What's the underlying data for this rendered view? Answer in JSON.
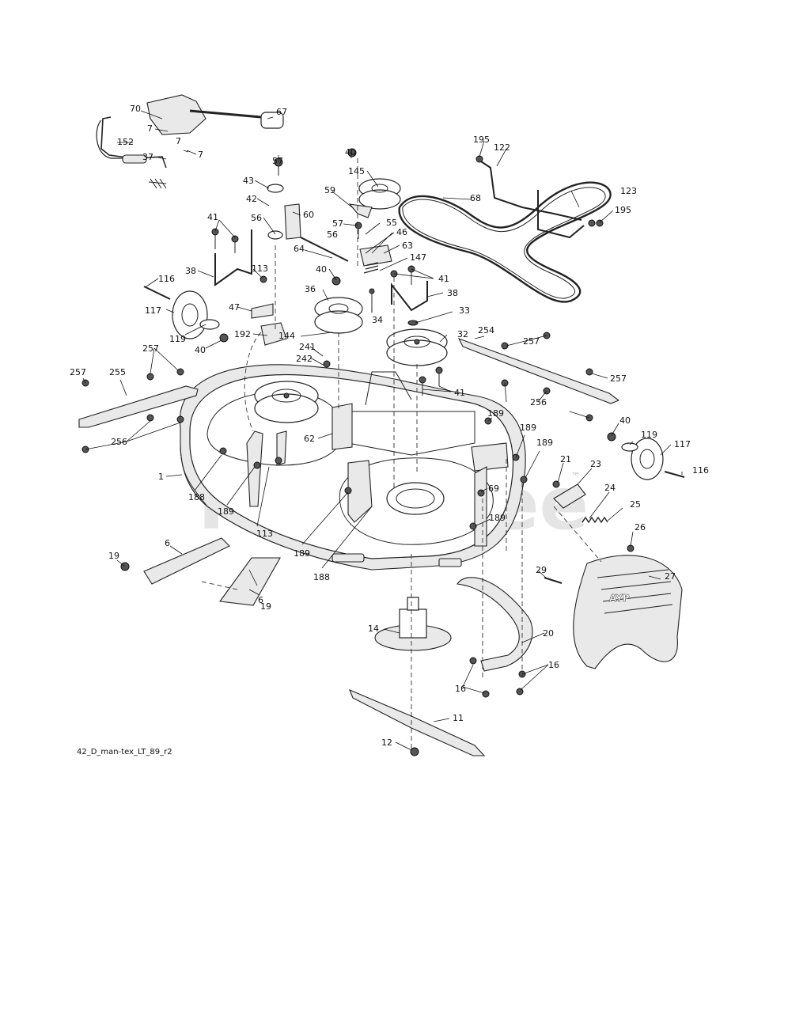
{
  "diagram": {
    "caption": "42_D_man-tex_LT_89_r2",
    "watermark": "PartsTree",
    "watermark_tm": "™",
    "deck_logo": "AYP",
    "callouts": [
      "70",
      "67",
      "7",
      "7",
      "152",
      "37",
      "7",
      "195",
      "122",
      "68",
      "123",
      "195",
      "40",
      "145",
      "59",
      "57",
      "43",
      "42",
      "56",
      "60",
      "41",
      "64",
      "57",
      "55",
      "56",
      "46",
      "63",
      "147",
      "41",
      "38",
      "38",
      "113",
      "116",
      "47",
      "36",
      "40",
      "34",
      "33",
      "32",
      "117",
      "119",
      "40",
      "192",
      "144",
      "241",
      "242",
      "254",
      "257",
      "257",
      "257",
      "257",
      "255",
      "41",
      "256",
      "256",
      "189",
      "189",
      "189",
      "40",
      "119",
      "117",
      "116",
      "62",
      "21",
      "23",
      "24",
      "25",
      "1",
      "188",
      "189",
      "69",
      "189",
      "26",
      "113",
      "188",
      "189",
      "29",
      "27",
      "19",
      "6",
      "6",
      "19",
      "14",
      "20",
      "16",
      "16",
      "11",
      "12"
    ]
  }
}
